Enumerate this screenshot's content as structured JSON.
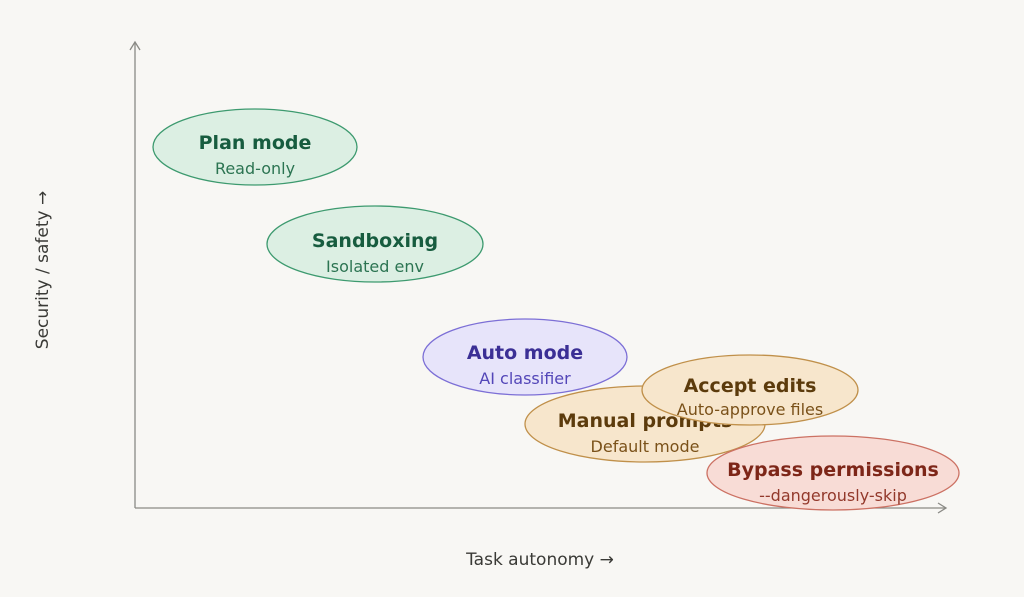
{
  "diagram": {
    "x_axis_label": "Task autonomy →",
    "y_axis_label": "Security / safety →",
    "nodes": [
      {
        "id": "plan",
        "title": "Plan mode",
        "subtitle": "Read-only",
        "fill": "#dcefe3",
        "stroke": "#3d9a6f",
        "text": "#175c3f",
        "sub_text": "#2c7452"
      },
      {
        "id": "sandbox",
        "title": "Sandboxing",
        "subtitle": "Isolated env",
        "fill": "#dcefe3",
        "stroke": "#3d9a6f",
        "text": "#175c3f",
        "sub_text": "#2c7452"
      },
      {
        "id": "auto",
        "title": "Auto mode",
        "subtitle": "AI classifier",
        "fill": "#e7e4fa",
        "stroke": "#7c6fd6",
        "text": "#3b2f95",
        "sub_text": "#5346b8"
      },
      {
        "id": "manual",
        "title": "Manual prompts",
        "subtitle": "Default mode",
        "fill": "#f7e6cc",
        "stroke": "#c0904a",
        "text": "#5c3b0c",
        "sub_text": "#7a5119"
      },
      {
        "id": "accept",
        "title": "Accept edits",
        "subtitle": "Auto-approve files",
        "fill": "#f7e6cc",
        "stroke": "#c0904a",
        "text": "#5c3b0c",
        "sub_text": "#7a5119"
      },
      {
        "id": "bypass",
        "title": "Bypass permissions",
        "subtitle": "--dangerously-skip",
        "fill": "#f8dcd6",
        "stroke": "#cc7163",
        "text": "#7d2618",
        "sub_text": "#93392b"
      }
    ]
  }
}
